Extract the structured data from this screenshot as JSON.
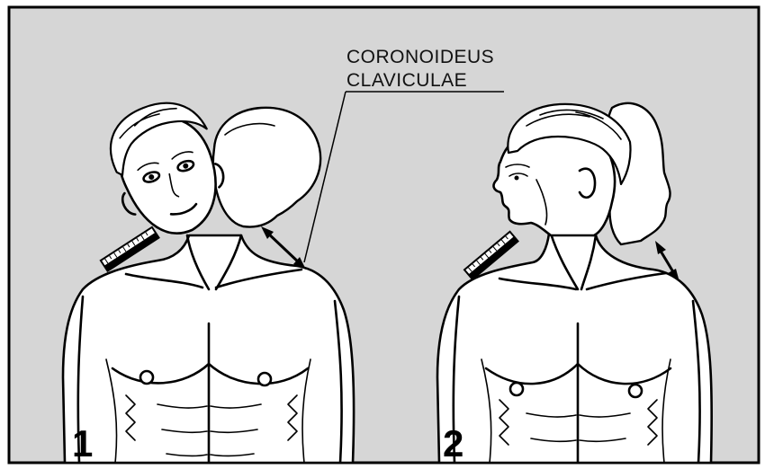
{
  "annotation": {
    "line1": "CORONOIDEUS",
    "line2": "CLAVICULAE"
  },
  "panels": [
    {
      "number": "1"
    },
    {
      "number": "2"
    }
  ],
  "colors": {
    "background": "#d6d6d6",
    "ink": "#000000",
    "skin": "#ffffff"
  }
}
